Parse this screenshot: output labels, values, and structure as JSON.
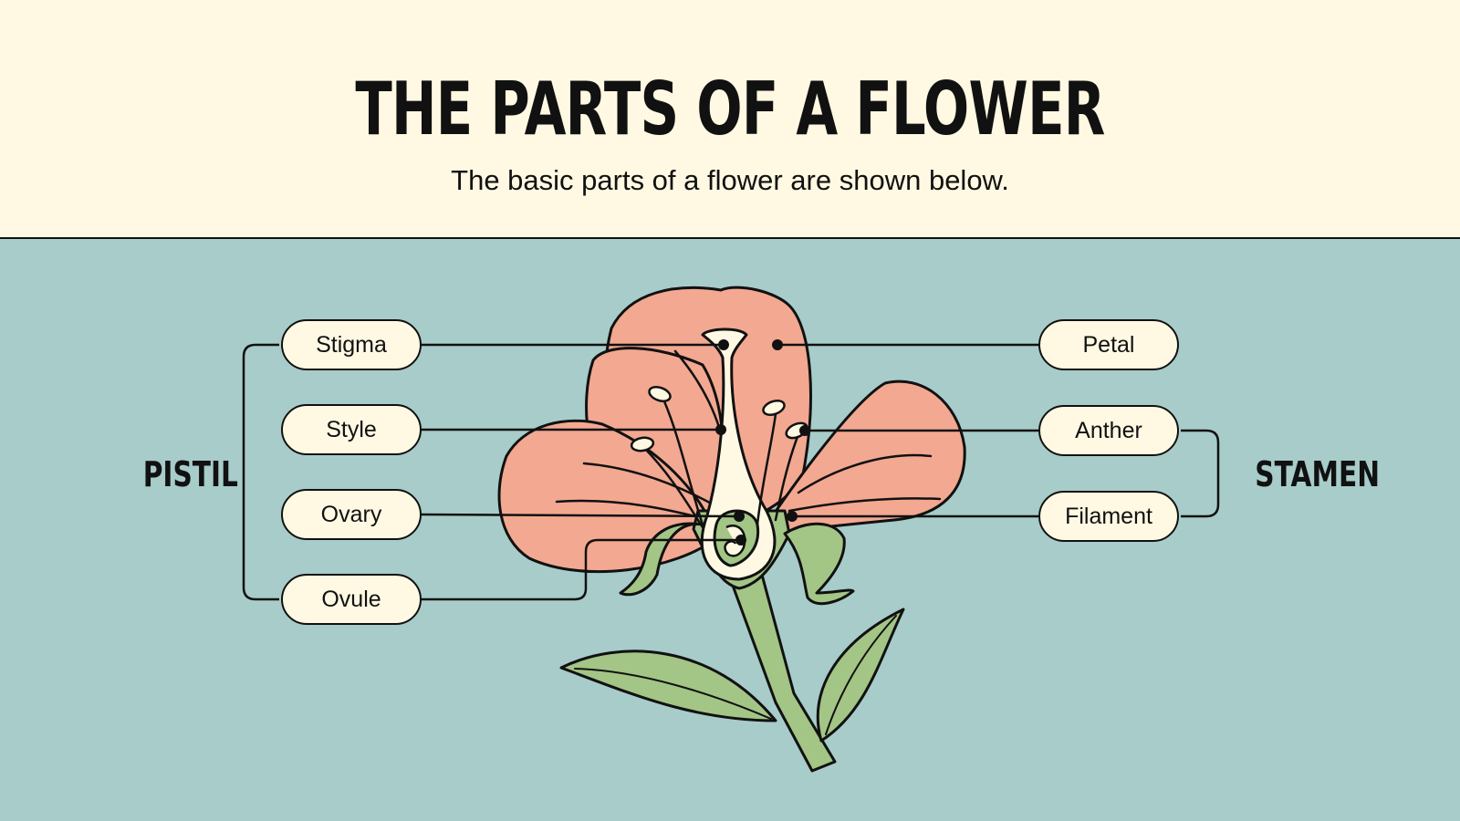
{
  "header": {
    "title": "THE PARTS OF A FLOWER",
    "subtitle": "The basic parts of a flower are shown below."
  },
  "groups": {
    "left": "PISTIL",
    "right": "STAMEN"
  },
  "labels": {
    "stigma": "Stigma",
    "style": "Style",
    "ovary": "Ovary",
    "ovule": "Ovule",
    "petal": "Petal",
    "anther": "Anther",
    "filament": "Filament"
  },
  "colors": {
    "header_bg": "#fff9e3",
    "panel_bg": "#a7ccca",
    "petal": "#f3a891",
    "leaf": "#a3c585",
    "line": "#111111"
  }
}
